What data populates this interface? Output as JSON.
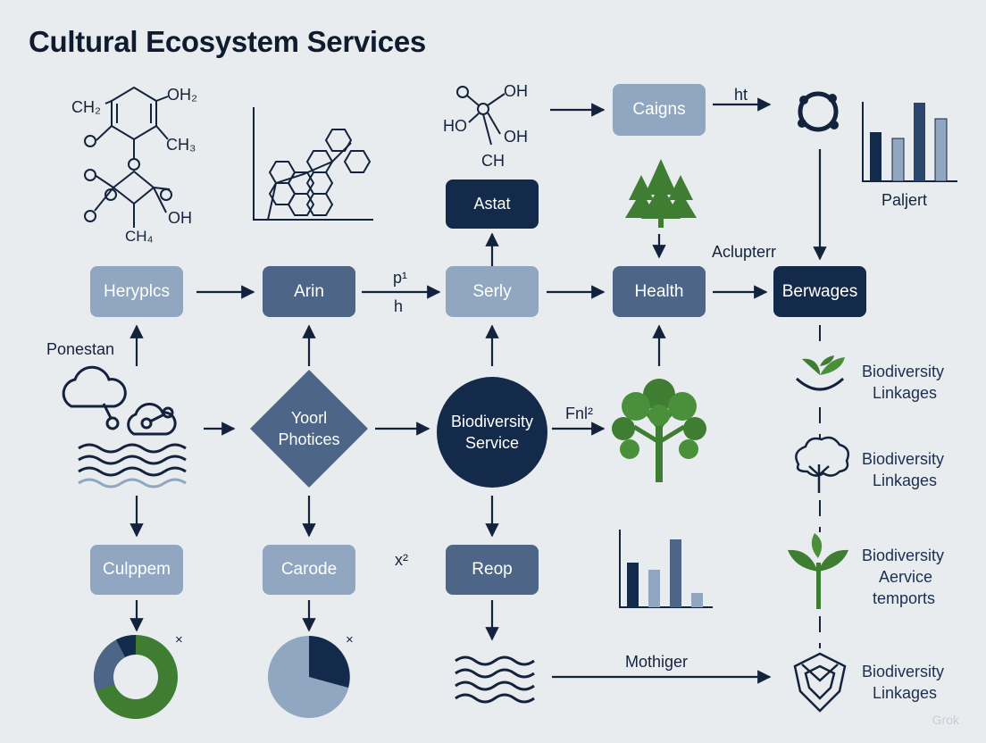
{
  "title": "Cultural Ecosystem Services",
  "nodes": {
    "heryplcs": "Heryplcs",
    "arin": "Arin",
    "serly": "Serly",
    "health": "Health",
    "berwages": "Berwages",
    "astat": "Astat",
    "caigns": "Caigns",
    "culppem": "Culppem",
    "carode": "Carode",
    "reop": "Reop",
    "yoorl_1": "Yoorl",
    "yoorl_2": "Photices",
    "biodiversity_service_1": "Biodiversity",
    "biodiversity_service_2": "Service"
  },
  "labels": {
    "ponestan": "Ponestan",
    "p1": "p¹",
    "h": "h",
    "ht": "ht",
    "aclupterr": "Aclupterr",
    "paljert": "Paljert",
    "fnl2": "Fnl²",
    "x2": "x²",
    "mothiger": "Mothiger",
    "x_pie1": "×",
    "x_pie2": "×"
  },
  "chem1": {
    "ch2": "CH₂",
    "oh2": "OH₂",
    "o1": "O",
    "ch3": "CH₃",
    "o2": "O",
    "o3": "O",
    "o4": "O",
    "oh": "OH",
    "ch4": "CH₄"
  },
  "chem2": {
    "o": "O",
    "oh1": "OH",
    "ho": "HO",
    "oh2": "OH",
    "ch": "CH"
  },
  "side_list": [
    {
      "line1": "Biodiversity",
      "line2": "Linkages",
      "line3": ""
    },
    {
      "line1": "Biodiversity",
      "line2": "Linkages",
      "line3": ""
    },
    {
      "line1": "Biodiversity",
      "line2": "Aervice",
      "line3": "temports"
    },
    {
      "line1": "Biodiversity",
      "line2": "Linkages",
      "line3": ""
    }
  ],
  "watermark": "Grok",
  "colors": {
    "light_box": "#90a6c1",
    "mid_box": "#4d6586",
    "dark_box": "#142a4a",
    "arrow": "#14233d",
    "green": "#3e7d32"
  }
}
